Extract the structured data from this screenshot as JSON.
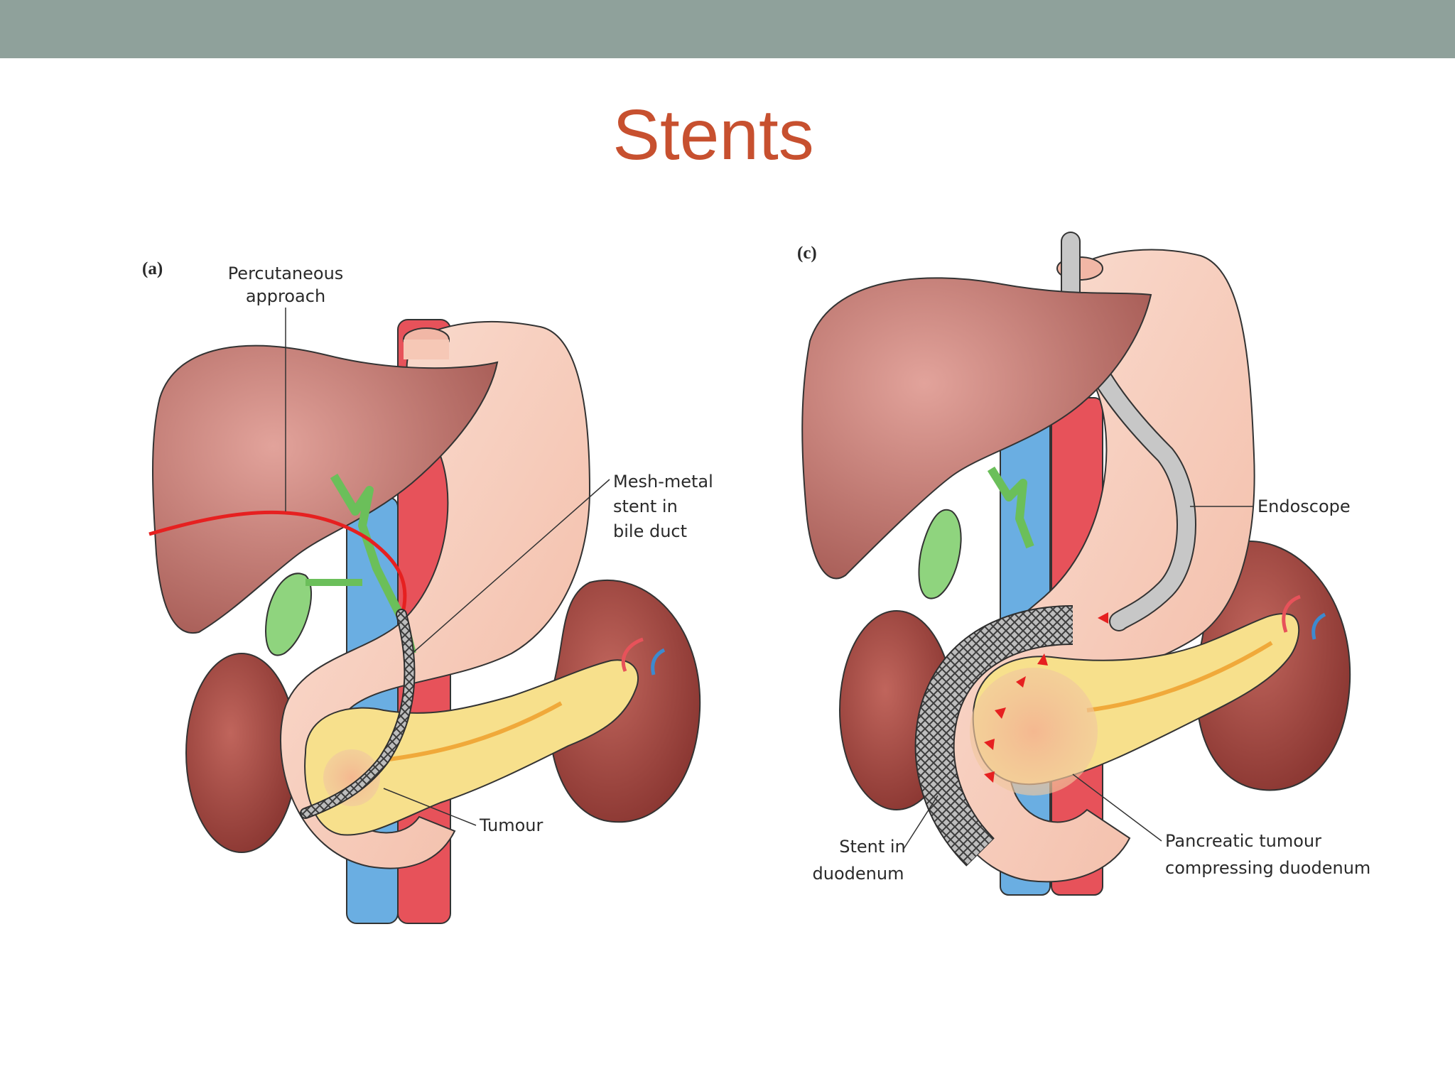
{
  "slide": {
    "title": "Stents"
  },
  "panel_a": {
    "letter": "(a)",
    "labels": {
      "percutaneous_line1": "Percutaneous",
      "percutaneous_line2": "approach",
      "stent_line1": "Mesh-metal",
      "stent_line2": "stent in",
      "stent_line3": "bile duct",
      "tumour": "Tumour"
    }
  },
  "panel_c": {
    "letter": "(c)",
    "labels": {
      "endoscope": "Endoscope",
      "stent_line1": "Stent in",
      "stent_line2": "duodenum",
      "tumour_line1": "Pancreatic tumour",
      "tumour_line2": "compressing duodenum"
    }
  },
  "colors": {
    "header_bar": "#8fa19b",
    "title": "#c7502f",
    "liver": "#b96a64",
    "stomach": "#f6c8b6",
    "pancreas": "#f7e08c",
    "gallbladder": "#8fd47e",
    "artery": "#e7525a",
    "vein": "#6aaee2",
    "kidney": "#a8463f",
    "stent": "#7d7d7d",
    "approach_wire": "#e62020"
  }
}
